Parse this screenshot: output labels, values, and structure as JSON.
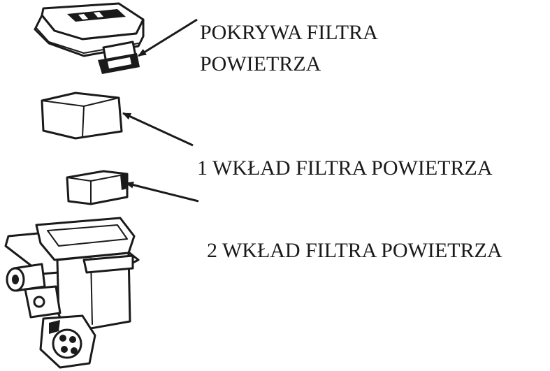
{
  "labels": {
    "cover_line1": "POKRYWA FILTRA",
    "cover_line2": "POWIETRZA",
    "element1": "1 WKŁAD FILTRA POWIETRZA",
    "element2": "2 WKŁAD FILTRA POWIETRZA"
  },
  "colors": {
    "ink": "#1a1a1a",
    "background": "#ffffff"
  }
}
